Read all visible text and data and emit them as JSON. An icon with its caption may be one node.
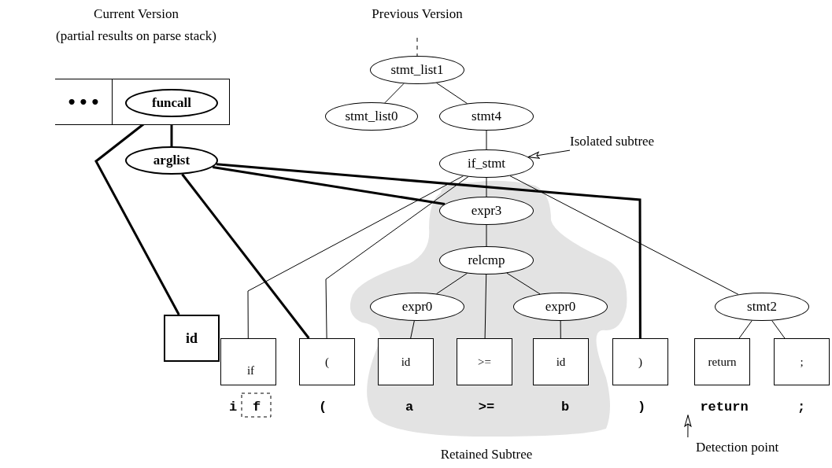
{
  "diagram": {
    "nodes": [
      {
        "text": [],
        "shape": "box"
      },
      {
        "text": [
          "funcall"
        ],
        "in": 0
      },
      {
        "text": [
          "stmt_list1"
        ]
      },
      {
        "text": [
          "stmt_list0"
        ]
      },
      {
        "text": [
          "stmt4"
        ]
      },
      {
        "text": [
          "Isolated subtree"
        ]
      },
      {
        "text": [
          "if_stmt"
        ]
      },
      {
        "text": [
          "arglist"
        ]
      },
      {
        "text": [
          "expr3"
        ]
      },
      {
        "text": [
          "relcmp"
        ]
      },
      {
        "text": [
          "expr0"
        ]
      },
      {
        "text": [
          "expr0"
        ]
      },
      {
        "text": [
          "stmt2"
        ]
      },
      {
        "text": [
          "id"
        ]
      },
      {
        "text": [
          "if"
        ]
      },
      {
        "text": [
          "("
        ]
      },
      {
        "text": [
          "id"
        ]
      },
      {
        "text": [
          ">="
        ]
      },
      {
        "text": [
          "id"
        ]
      },
      {
        "text": [
          ")"
        ]
      },
      {
        "text": [
          "return"
        ]
      },
      {
        "text": [
          ";"
        ]
      },
      {
        "text": [
          "Detection point"
        ]
      },
      {
        "text": [
          "return"
        ]
      }
    ],
    "edges": [
      {
        "from": null,
        "to": 2,
        "arrow": "none",
        "style": "dashed"
      },
      {
        "from": 2,
        "to": 3,
        "arrow": "none"
      },
      {
        "from": 2,
        "to": 4,
        "arrow": "none"
      },
      {
        "from": 4,
        "to": 6,
        "arrow": "none"
      },
      {
        "from": 5,
        "to": 6,
        "arrow": "to"
      },
      {
        "from": 6,
        "to": 8,
        "arrow": "none"
      },
      {
        "from": 6,
        "to": 14,
        "arrow": "none"
      },
      {
        "from": 6,
        "to": 15,
        "arrow": "none"
      },
      {
        "from": 6,
        "to": 12,
        "arrow": "none"
      },
      {
        "from": 8,
        "to": 9,
        "arrow": "none"
      },
      {
        "from": 9,
        "to": 10,
        "arrow": "none"
      },
      {
        "from": 9,
        "to": 17,
        "arrow": "none"
      },
      {
        "from": 9,
        "to": 11,
        "arrow": "none"
      },
      {
        "from": 10,
        "to": 16,
        "arrow": "none"
      },
      {
        "from": 11,
        "to": 18,
        "arrow": "none"
      },
      {
        "from": 12,
        "to": 20,
        "arrow": "none"
      },
      {
        "from": 12,
        "to": 21,
        "arrow": "none"
      },
      {
        "from": 1,
        "to": 7,
        "arrow": "none",
        "style": "thick"
      },
      {
        "from": 1,
        "to": 13,
        "arrow": "none",
        "style": "thick"
      },
      {
        "from": 7,
        "to": 15,
        "arrow": "none",
        "style": "thick"
      },
      {
        "from": 7,
        "to": 8,
        "arrow": "none",
        "style": "thick"
      },
      {
        "from": 7,
        "to": 19,
        "arrow": "none",
        "style": "thick"
      },
      {
        "from": 22,
        "to": 23,
        "arrow": "to"
      }
    ],
    "labels": [
      "Current Version",
      "(partial results on parse stack)",
      "Previous Version",
      "•••",
      "i",
      "f",
      "(",
      "a",
      ">=",
      "b",
      ")",
      ";",
      "Retained Subtree"
    ]
  }
}
